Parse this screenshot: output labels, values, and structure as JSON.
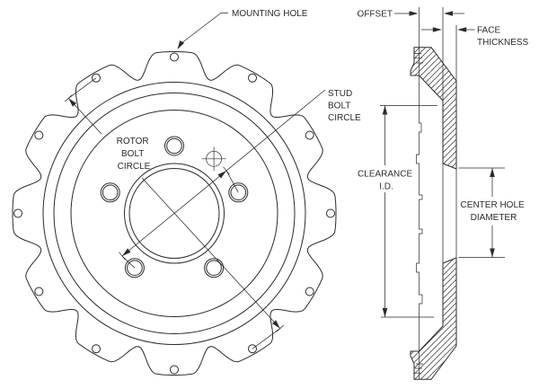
{
  "diagram": {
    "title_hint": "brake hat technical drawing",
    "colors": {
      "ink": "#2a2a2a",
      "background": "#ffffff"
    },
    "labels": {
      "mounting_hole": "MOUNTING HOLE",
      "stud_bolt_circle": [
        "STUD",
        "BOLT",
        "CIRCLE"
      ],
      "rotor_bolt_circle": [
        "ROTOR",
        "BOLT",
        "CIRCLE"
      ],
      "offset": "OFFSET",
      "face_thickness": [
        "FACE",
        "THICKNESS"
      ],
      "clearance_id": [
        "CLEARANCE",
        "I.D."
      ],
      "center_hole_diameter": [
        "CENTER HOLE",
        "DIAMETER"
      ]
    },
    "counts": {
      "mounting_holes": 12,
      "stud_holes": 5
    }
  }
}
